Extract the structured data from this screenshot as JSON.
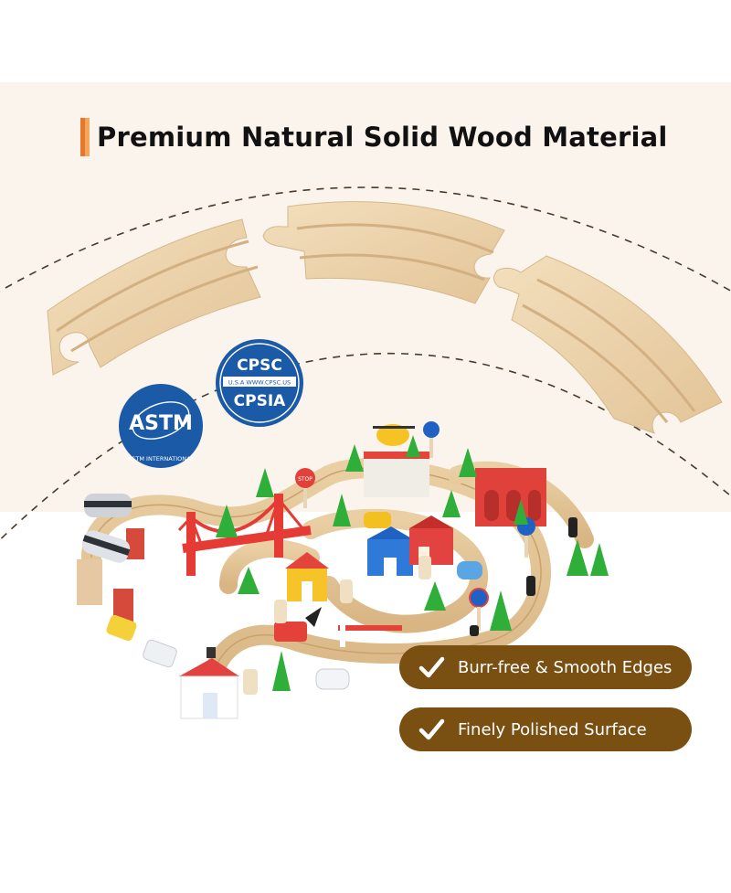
{
  "headline": {
    "text": "Premium Natural Solid Wood Material",
    "accent_colors": [
      "#e8762b",
      "#f4a65a"
    ]
  },
  "badges": {
    "astm": {
      "icon": "astm-logo-icon",
      "logo_text": "ASTM",
      "caption": "ASTM INTERNATIONAL"
    },
    "cpsc": {
      "icon": "cpsc-cpsia-logo-icon",
      "top": "CPSC",
      "middle": "U.S.A WWW.CPSC.US",
      "bottom": "CPSIA"
    }
  },
  "toy_labels": {
    "stop": "STOP"
  },
  "features": [
    {
      "icon": "checkmark-icon",
      "label": "Burr-free & Smooth Edges"
    },
    {
      "icon": "checkmark-icon",
      "label": "Finely Polished Surface"
    }
  ],
  "colors": {
    "background": "#fbf4ec",
    "wood": "#ecd3aa",
    "pill": "#7a4f12",
    "badge_blue": "#1b5aa6",
    "bridge_red": "#e63a35",
    "tree_green": "#2fae3a"
  }
}
